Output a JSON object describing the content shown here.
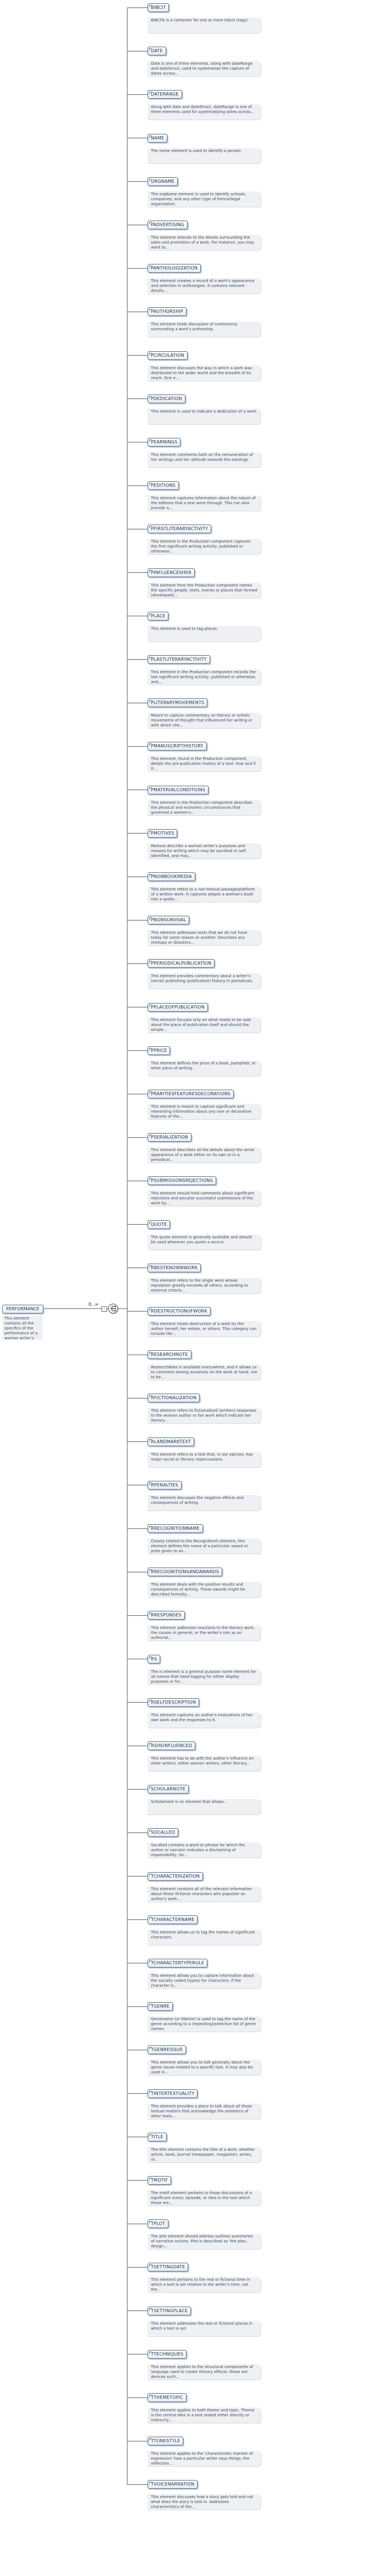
{
  "root": {
    "name": "PERFORMANCE",
    "doc": "This element contains all the specifics of the performance of a woman writer's work in cases where the work is a stage...",
    "occurs": "0..∞"
  },
  "children": [
    {
      "name": "BIBCIT",
      "doc": "BIBCITs is a container for one or more bibcit (tags)."
    },
    {
      "name": "DATE",
      "doc": "Date is one of three elements, along with dateRange and dateStruct, used to systematize the capture of dates across..."
    },
    {
      "name": "DATERANGE",
      "doc": "Along with date and dateStruct, dateRange is one of three elements used for systematizing dates across..."
    },
    {
      "name": "NAME",
      "doc": "The name element is used to identify a person."
    },
    {
      "name": "ORGNAME",
      "doc": "The orgName element is used to identify schools, companies, and any other type of formal/legal organisation."
    },
    {
      "name": "PADVERTISING",
      "doc": "This element attends to the details surrounding the sales and promotion of a work. For instance, you may want to..."
    },
    {
      "name": "PANTHOLOGIZATION",
      "doc": "This element creates a record of a work's appearance and selection in anthologies. It contains relevant details..."
    },
    {
      "name": "PAUTHORSHIP",
      "doc": "This element holds discussion of controversy surrounding a work's authorship."
    },
    {
      "name": "PCIRCULATION",
      "doc": "This element discusses the way in which a work was distributed to the wider world and the breadth of its reach. One e..."
    },
    {
      "name": "PDEDICATION",
      "doc": "This element is used to indicate a dedication of a work."
    },
    {
      "name": "PEARNINGS",
      "doc": "This element comments both on the remuneration of her writings and her attitude towards the earnings."
    },
    {
      "name": "PEDITIONS",
      "doc": "This element captures information about the nature of the editions that a text went through. This can also provide a..."
    },
    {
      "name": "PFIRSTLITERARYACTIVITY",
      "doc": "This element in the Production component captures the first significant writing activity, published or otherwise..."
    },
    {
      "name": "PINFLUENCESHER",
      "doc": "This element from the Production component names the specific people, texts, events or places that formed (developed)..."
    },
    {
      "name": "PLACE",
      "doc": "This element is used to tag places."
    },
    {
      "name": "PLASTLITERARYACTIVITY",
      "doc": "This element in the Production component records the last significant writing activity, published or otherwise, and..."
    },
    {
      "name": "PLITERARYMOVEMENTS",
      "doc": "Meant to capture commentary on literary or artistic movements of thought that influenced her writing or with which she..."
    },
    {
      "name": "PMANUSCRIPTHISTORY",
      "doc": "This element, found in the Production component, details the pre-publication history of a text: how and if it..."
    },
    {
      "name": "PMATERIALCONDITIONS",
      "doc": "This element in the Production component describes the physical and economic circumstances that governed a women's..."
    },
    {
      "name": "PMOTIVES",
      "doc": "Motives describe a woman writer's purposes and reasons for writing which may be ascribed or self-identified, and may..."
    },
    {
      "name": "PNONBOOKMEDIA",
      "doc": "This element refers to a non-textual passage/platform of a written work. It captures adapts a woman's book into a spoke..."
    },
    {
      "name": "PNONSURVIVAL",
      "doc": "This element addresses texts that we do not have today for some reason or another. Describes any mishaps or disasters..."
    },
    {
      "name": "PPERIODICALPUBLICATION",
      "doc": "This element provides commentary about a writer's (serial) publishing (publication) history in periodicals."
    },
    {
      "name": "PPLACEOFPUBLICATION",
      "doc": "This element focuses only on what needs to be said about the place of publication itself and should the simple..."
    },
    {
      "name": "PPRICE",
      "doc": "This element defines the price of a book, pamphlet, or other piece of writing."
    },
    {
      "name": "PRARITIESFEATURESDECORATIONS",
      "doc": "This element is meant to capture significant and interesting information about any rare or decorative features of the..."
    },
    {
      "name": "PSERIALIZATION",
      "doc": "This element describes all the details about the serial appearance of a work either on its own or in a periodical..."
    },
    {
      "name": "PSUBMISSIONSREJECTIONS",
      "doc": "This element should hold comments about significant rejections and peculiar successful submissions of the work by..."
    },
    {
      "name": "QUOTE",
      "doc": "The quote element is generally available and should be used wherever you quote a source."
    },
    {
      "name": "RBESTKNOWNWORK",
      "doc": "This element refers to the single work whose reputation greatly exceeds all others, according to external criteria..."
    },
    {
      "name": "RDESTRUCTIONOFWORK",
      "doc": "This element treats destruction of a work by the author herself, her estate, or others. This category can include the..."
    },
    {
      "name": "RESEARCHNOTE",
      "doc": "ResearchNote is available everywhere, and it allows us to comment among ourselves on the work at hand, not to be..."
    },
    {
      "name": "RFICTIONALIZATION",
      "doc": "This element refers to fictionalized (written) responses to the woman author or her work which indicate her literary..."
    },
    {
      "name": "RLANDMARKTEXT",
      "doc": "This element refers to a text that, in our opinion, has major social or literary repercussions."
    },
    {
      "name": "RPENALTIES",
      "doc": "This element discusses the negative effects and consequences of writing."
    },
    {
      "name": "RRECOGNITIONNAME",
      "doc": "Closely related to the RecognitionS element, this element defines the name of a particular award or prize given to an..."
    },
    {
      "name": "RRECOGNITIONSANDAWARDS",
      "doc": "This element deals with the positive results and consequences of writing. These awards might be described formally..."
    },
    {
      "name": "RRESPONSES",
      "doc": "This element addresses reactions to the literary work, the causes in general, or the writer's role as an authorial..."
    },
    {
      "name": "RS",
      "doc": "The rs element is a general purpose name element for all names that need tagging for either display purposes or for..."
    },
    {
      "name": "RSELFDESCRIPTION",
      "doc": "This element captures an author's evaluations of her own work and the responses to it."
    },
    {
      "name": "RSHEINFLUENCED",
      "doc": "This element has to do with the author's influence on other writers, either women writers, other literary..."
    },
    {
      "name": "SCHOLARNOTE",
      "doc": "Scholarnote is an element that allows..."
    },
    {
      "name": "SOCALLED",
      "doc": "Socalled contains a word or phrase for which the author or narrator indicates a disclaiming of responsibility, for..."
    },
    {
      "name": "TCHARACTERIZATION",
      "doc": "This element contains all of the relevant information about those fictional characters who populate an author's work..."
    },
    {
      "name": "TCHARACTERNAME",
      "doc": "This element allows us to tag the names of significant characters."
    },
    {
      "name": "TCHARACTERTYPEROLE",
      "doc": "This element allows you to capture information about the socially coded (types) for characters. If the character is..."
    },
    {
      "name": "TGENRE",
      "doc": "Genrename (or tGenre) is used to tag the name of the genre according to a (repeating)/selective list of genre names."
    },
    {
      "name": "TGENREISSUE",
      "doc": "This element allows you to talk generally about the genre issues related to a specific text. It may also be used in..."
    },
    {
      "name": "TINTERTEXTUALITY",
      "doc": "This element provides a place to talk about all those textual matters that acknowledge the existence of other texts..."
    },
    {
      "name": "TITLE",
      "doc": "The title element contains the title of a work, whether article, book, journal (newspaper, magazine), series, or..."
    },
    {
      "name": "TMOTIF",
      "doc": "The motif element pertains to those discussions of a significant scene, episode, or idea in the text which those are..."
    },
    {
      "name": "TPLOT",
      "doc": "The plot element should address outlines summaries of narrative actions. Plot is described as 'the plan, design..."
    },
    {
      "name": "TSETTINGDATE",
      "doc": "This element pertains to the real or fictional time in which a text is set relative to the writer's time, not the..."
    },
    {
      "name": "TSETTINGPLACE",
      "doc": "This element addresses the real or fictional places in which a text is set."
    },
    {
      "name": "TTECHNIQUES",
      "doc": "This element applies to the structural components of language used to create literary effects: these are devices such..."
    },
    {
      "name": "TTHEMETOPIC",
      "doc": "This element applies to both theme and topic. Theme is the central idea in a text stated either directly or indirectly..."
    },
    {
      "name": "TTONESTYLE",
      "doc": "This element applies to the 'characteristic manner of expression' how a particular writer says things; the reflection..."
    },
    {
      "name": "TVOICENARRATION",
      "doc": "This element discusses how a story gets told and not what does the story is told in. Addresses characteristics of the..."
    }
  ]
}
